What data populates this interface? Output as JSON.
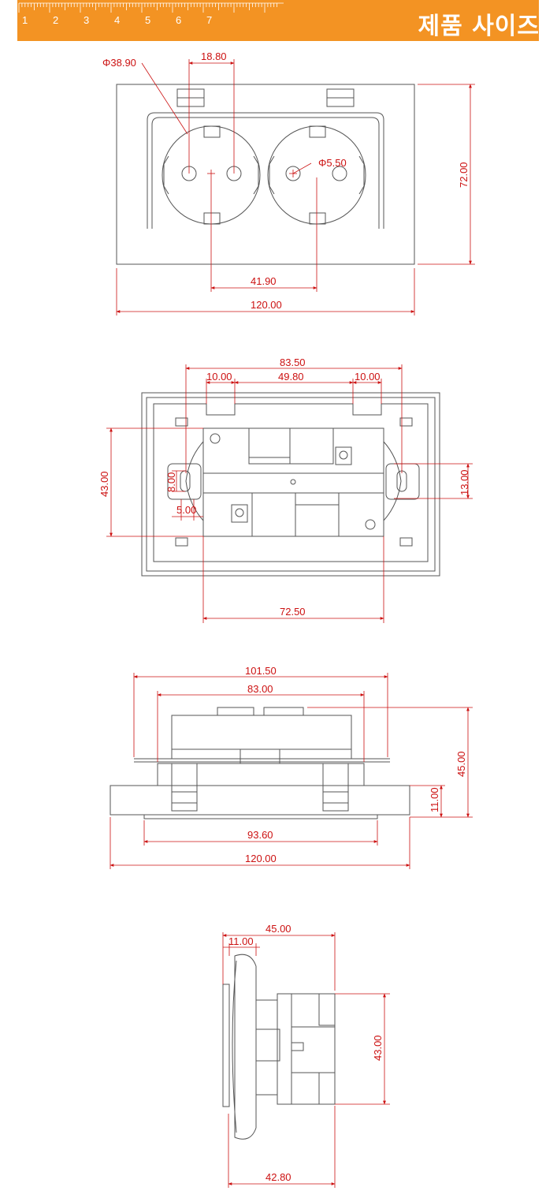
{
  "header": {
    "title": "제품 사이즈",
    "ruler_numbers": [
      "1",
      "2",
      "3",
      "4",
      "5",
      "6",
      "7"
    ]
  },
  "colors": {
    "header_bg": "#f39323",
    "dimension": "#cc1111",
    "outline": "#555555"
  },
  "front_view": {
    "diameter_outer": "Φ38.90",
    "pin_spacing": "18.80",
    "pin_diameter": "Φ5.50",
    "center_spacing": "41.90",
    "width": "120.00",
    "height": "72.00"
  },
  "back_view": {
    "overall": "83.50",
    "tab_left": "10.00",
    "middle": "49.80",
    "tab_right": "10.00",
    "height": "43.00",
    "slot_height": "8.00",
    "slot_offset": "5.00",
    "right_slot": "13.00",
    "body_width": "72.50"
  },
  "top_view": {
    "bracket_width": "101.50",
    "body_width": "83.00",
    "height": "45.00",
    "plate_thickness": "11.00",
    "base_width": "93.60",
    "plate_width": "120.00"
  },
  "side_view": {
    "depth": "45.00",
    "plate_thickness": "11.00",
    "height": "43.00",
    "body_depth": "42.80"
  }
}
